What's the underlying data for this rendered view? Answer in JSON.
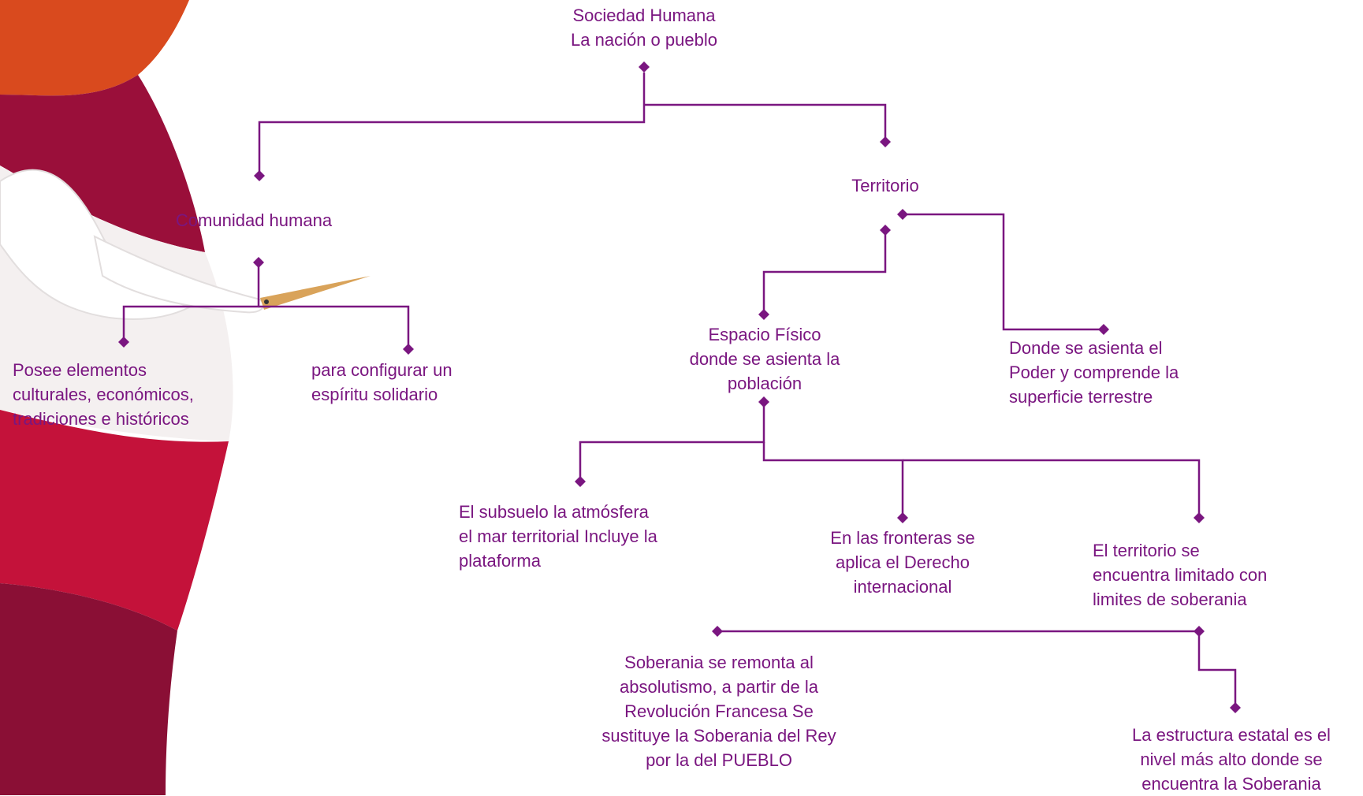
{
  "colors": {
    "connector": "#7a1680",
    "text": "#7a1680",
    "band_orange": "#d94a1e",
    "band_crimson": "#9a0f3a",
    "band_red": "#c4123a",
    "band_dark": "#8a0f35"
  },
  "decorations": {
    "background_image": "red-white-waves-with-white-egret"
  },
  "nodes": {
    "sociedad": "Sociedad Humana\nLa nación o pueblo",
    "comunidad": "Comunidad humana",
    "posee": "Posee elementos\nculturales, económicos,\ntradiciones e históricos",
    "configurar": "para configurar  un\nespíritu solidario",
    "territorio": "Territorio",
    "espacio": "Espacio Físico\ndonde se asienta la\npoblación",
    "donde": "Donde se asienta el\nPoder y comprende la\nsuperficie terrestre",
    "subsuelo": "El subsuelo  la atmósfera\nel mar territorial Incluye la\nplataforma",
    "fronteras": "En las fronteras se\naplica el Derecho\ninternacional",
    "limitado": "El territorio se\nencuentra limitado con\nlimites de soberania",
    "soberania": "Soberania  se remonta   al\nabsolutismo, a partir de la\nRevolución Francesa  Se\nsustituye la Soberania del Rey\npor la del PUEBLO",
    "estructura": "La estructura estatal es el\nnivel más alto donde se\nencuentra la Soberania"
  }
}
